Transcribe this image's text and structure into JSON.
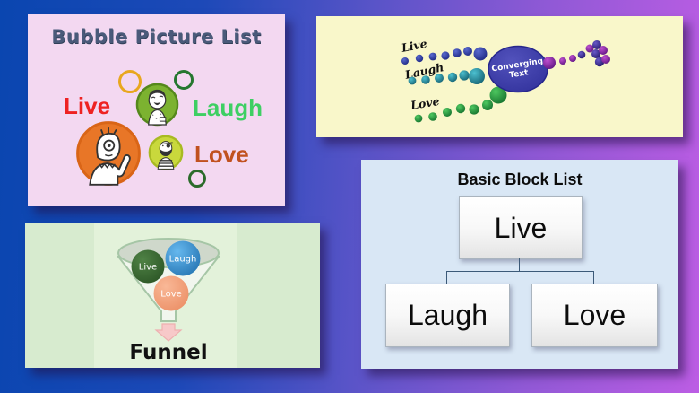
{
  "background": {
    "gradient_left": "#0a46b0",
    "gradient_right": "#bc5de4"
  },
  "panels": {
    "bubble_picture_list": {
      "title": "Bubble Picture List",
      "items": [
        {
          "label": "Live",
          "color": "#ee2222"
        },
        {
          "label": "Laugh",
          "color": "#3ecf63"
        },
        {
          "label": "Love",
          "color": "#c1511f"
        }
      ]
    },
    "converging_arrows": {
      "rows": [
        {
          "label": "Live",
          "color": "#2a3a9e"
        },
        {
          "label": "Laugh",
          "color": "#217888"
        },
        {
          "label": "Love",
          "color": "#22883a"
        }
      ],
      "center_label_lines": [
        "Converging",
        "Text"
      ],
      "center_color": "#3c3ca4",
      "tail_color": "#7b2a9a"
    },
    "funnel": {
      "items": [
        {
          "label": "Live",
          "color": "#3c6e34"
        },
        {
          "label": "Laugh",
          "color": "#3c9ad8"
        },
        {
          "label": "Love",
          "color": "#f2a382"
        }
      ],
      "caption": "Funnel"
    },
    "basic_block_list": {
      "title": "Basic Block List",
      "root": "Live",
      "children": [
        "Laugh",
        "Love"
      ]
    }
  }
}
